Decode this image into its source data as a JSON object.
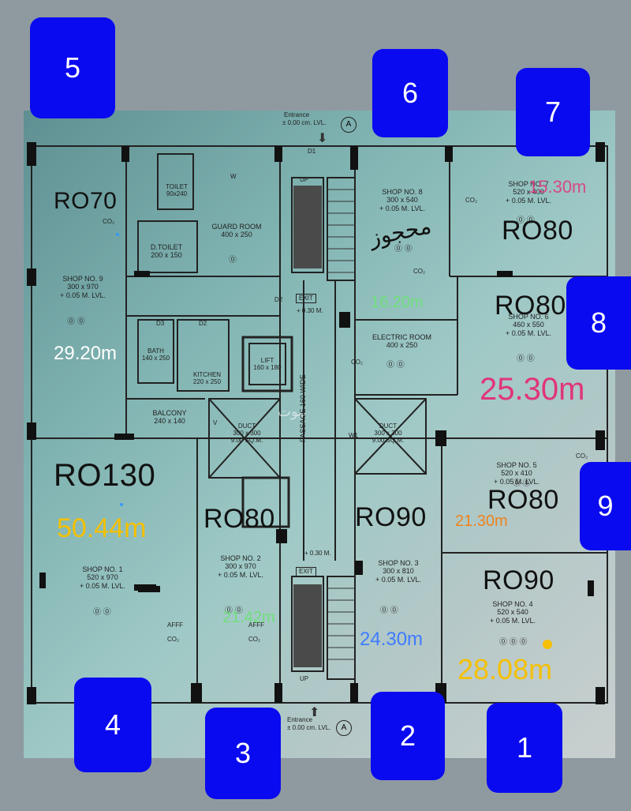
{
  "header": {
    "entrance_top": "Entrance",
    "entrance_top_lvl": "± 0.00 cm. LVL.",
    "entrance_bottom": "Entrance",
    "entrance_bottom_lvl": "± 0.00 cm. LVL.",
    "marker_a": "A"
  },
  "badges": [
    "5",
    "6",
    "7",
    "8",
    "9",
    "4",
    "3",
    "2",
    "1"
  ],
  "prices": {
    "ro70": "RO70",
    "ro80_top": "RO80",
    "ro80_mid": "RO80",
    "ro130": "RO130",
    "ro80_shop2": "RO80",
    "ro90_shop3": "RO90",
    "ro80_shop5": "RO80",
    "ro90_shop4": "RO90"
  },
  "areas": {
    "shop9": "29.20m",
    "shop8": "16.20m",
    "shop7": "15.30m",
    "shop6": "25.30m",
    "shop1": "50.44m",
    "shop2": "21.42m",
    "shop3": "24.30m",
    "shop5": "21.30m",
    "shop4": "28.08m"
  },
  "reserved": "محجوز",
  "watermark": "بيوت",
  "rooms": {
    "shop9": {
      "name": "SHOP NO. 9",
      "dims": "300 x 970",
      "lvl": "+ 0.05 M. LVL."
    },
    "shop8": {
      "name": "SHOP NO. 8",
      "dims": "300 x 540",
      "lvl": "+ 0.05 M. LVL."
    },
    "shop7": {
      "name": "SHOP NO. 7",
      "dims": "520 x 400",
      "lvl": "+ 0.05 M. LVL."
    },
    "shop6": {
      "name": "SHOP NO. 6",
      "dims": "460 x 550",
      "lvl": "+ 0.05 M. LVL."
    },
    "shop5": {
      "name": "SHOP NO. 5",
      "dims": "520 x 410",
      "lvl": "+ 0.05 M. LVL."
    },
    "shop4": {
      "name": "SHOP NO. 4",
      "dims": "520 x 540",
      "lvl": "+ 0.05 M. LVL."
    },
    "shop3": {
      "name": "SHOP NO. 3",
      "dims": "300 x 810",
      "lvl": "+ 0.05 M. LVL."
    },
    "shop2": {
      "name": "SHOP NO. 2",
      "dims": "300 x 970",
      "lvl": "+ 0.05 M. LVL."
    },
    "shop1": {
      "name": "SHOP NO. 1",
      "dims": "520 x 970",
      "lvl": "+ 0.05 M. LVL."
    },
    "guard": {
      "name": "GUARD ROOM",
      "dims": "400 x 250"
    },
    "toilet": {
      "name": "TOILET",
      "dims": "90x240"
    },
    "dtoilet": {
      "name": "D.TOILET",
      "dims": "200 x 150"
    },
    "bath": {
      "name": "BATH",
      "dims": "140 x 250"
    },
    "kitchen": {
      "name": "KITCHEN",
      "dims": "220 x 250"
    },
    "balcony": {
      "name": "BALCONY",
      "dims": "240 x 140"
    },
    "lift": {
      "name": "LIFT",
      "dims": "160 x 180"
    },
    "electric": {
      "name": "ELECTRIC ROOM",
      "dims": "400 x 250"
    },
    "duct1": {
      "name": "DUCT",
      "dims": "300 x 300",
      "lvl": "9.00 SQ.M."
    },
    "duct2": {
      "name": "DUCT",
      "dims": "300 x 300",
      "lvl": "9.00 SQ.M."
    }
  },
  "labels": {
    "passage": "PASSAGE 160 WIDE",
    "exit": "EXIT",
    "up": "UP",
    "d1": "D1",
    "d2": "D2",
    "d3": "D3",
    "w": "W",
    "w1": "W1",
    "v": "V",
    "lvl30": "+ 0.30 M.",
    "lvl30b": "+ 0.30 M.",
    "co2": "CO₂",
    "afff": "AFFF"
  },
  "colors": {
    "price": "#111111",
    "area_white": "#ffffff",
    "area_yellow": "#f5c000",
    "area_green": "#6fe07a",
    "area_red": "#e0357a",
    "area_orange": "#f0821e",
    "area_blue": "#3f7bff",
    "badge": "#0a0af0"
  }
}
